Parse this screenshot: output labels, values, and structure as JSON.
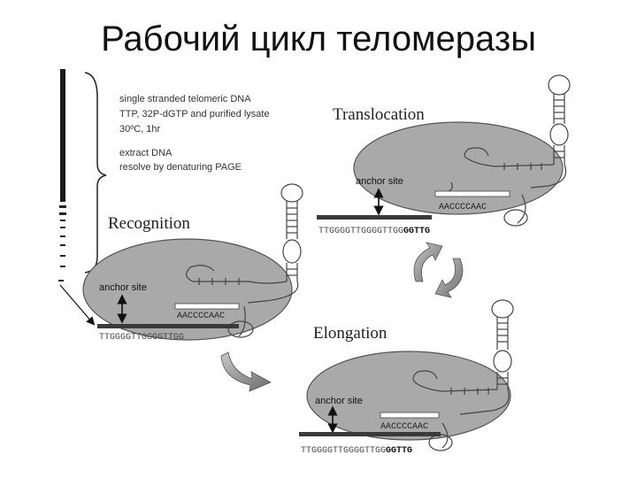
{
  "title": "Рабочий цикл теломеразы",
  "protocol": {
    "line1": "single stranded telomeric DNA",
    "line2": "TTP, 32P-dGTP and purified lysate",
    "line3": "30ºC, 1hr",
    "line4": "extract DNA",
    "line5": "resolve by denaturing PAGE"
  },
  "recognition": {
    "label": "Recognition",
    "anchor": "anchor site",
    "template": "AACCCCAAC",
    "dna": "TTGGGGTTGGGGTTGG"
  },
  "translocation": {
    "label": "Translocation",
    "anchor": "anchor site",
    "template": "AACCCCAAC",
    "dna": "TTGGGGTTGGGGTTGG",
    "dna_bold": "GGTTG"
  },
  "elongation": {
    "label": "Elongation",
    "anchor": "anchor site",
    "template": "AACCCCAAC",
    "dna": "TTGGGGTTGGGGTTGG",
    "dna_bold": "GGTTG"
  },
  "colors": {
    "enzyme": "#a9a9a9",
    "dna_bar": "#3a3a3a",
    "arrow": "#8a8a8a"
  }
}
